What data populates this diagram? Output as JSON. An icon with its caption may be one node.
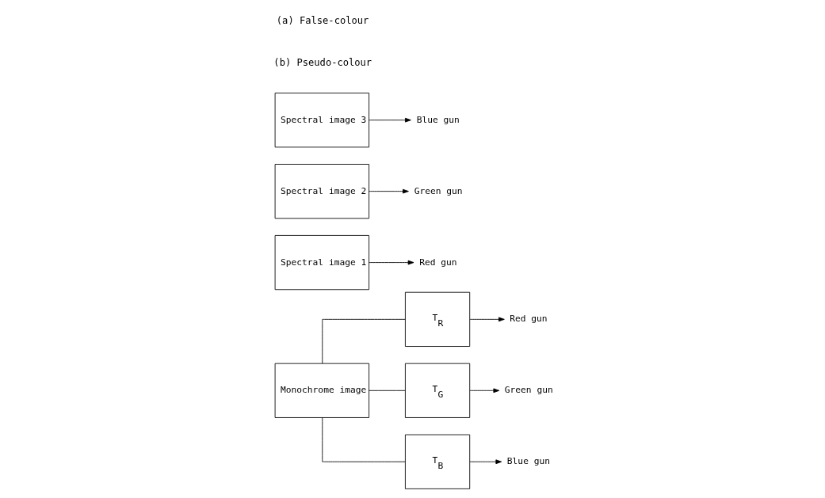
{
  "diagram": {
    "nodes": [
      {
        "text": [
          "Monochrome image"
        ]
      },
      {
        "text": [
          "T$_{R}$"
        ]
      },
      {
        "text": [
          "T$_{G}$"
        ]
      },
      {
        "text": [
          "T$_{B}$"
        ]
      },
      {
        "text": [
          "Red gun"
        ]
      },
      {
        "text": [
          "Green gun"
        ]
      },
      {
        "text": [
          "Blue gun"
        ]
      },
      {
        "text": [
          "Spectral image 1"
        ]
      },
      {
        "text": [
          "Red gun"
        ]
      },
      {
        "text": [
          "Spectral image 2"
        ]
      },
      {
        "text": [
          "Green gun"
        ]
      },
      {
        "text": [
          "Spectral image 3"
        ]
      },
      {
        "text": [
          "Blue gun"
        ]
      }
    ],
    "edges": [
      {
        "from": 0,
        "to": 1,
        "arrow": "none"
      },
      {
        "from": 0,
        "to": 2,
        "arrow": "none"
      },
      {
        "from": 0,
        "to": 3,
        "arrow": "none"
      },
      {
        "from": 1,
        "to": 4,
        "arrow": "to"
      },
      {
        "from": 2,
        "to": 5,
        "arrow": "to"
      },
      {
        "from": 3,
        "to": 6,
        "arrow": "to"
      },
      {
        "from": 7,
        "to": 8,
        "arrow": "to"
      },
      {
        "from": 9,
        "to": 10,
        "arrow": "to"
      },
      {
        "from": 11,
        "to": 12,
        "arrow": "to"
      }
    ],
    "labels": [
      "(b) Pseudo-colour",
      "(a) False-colour"
    ]
  }
}
